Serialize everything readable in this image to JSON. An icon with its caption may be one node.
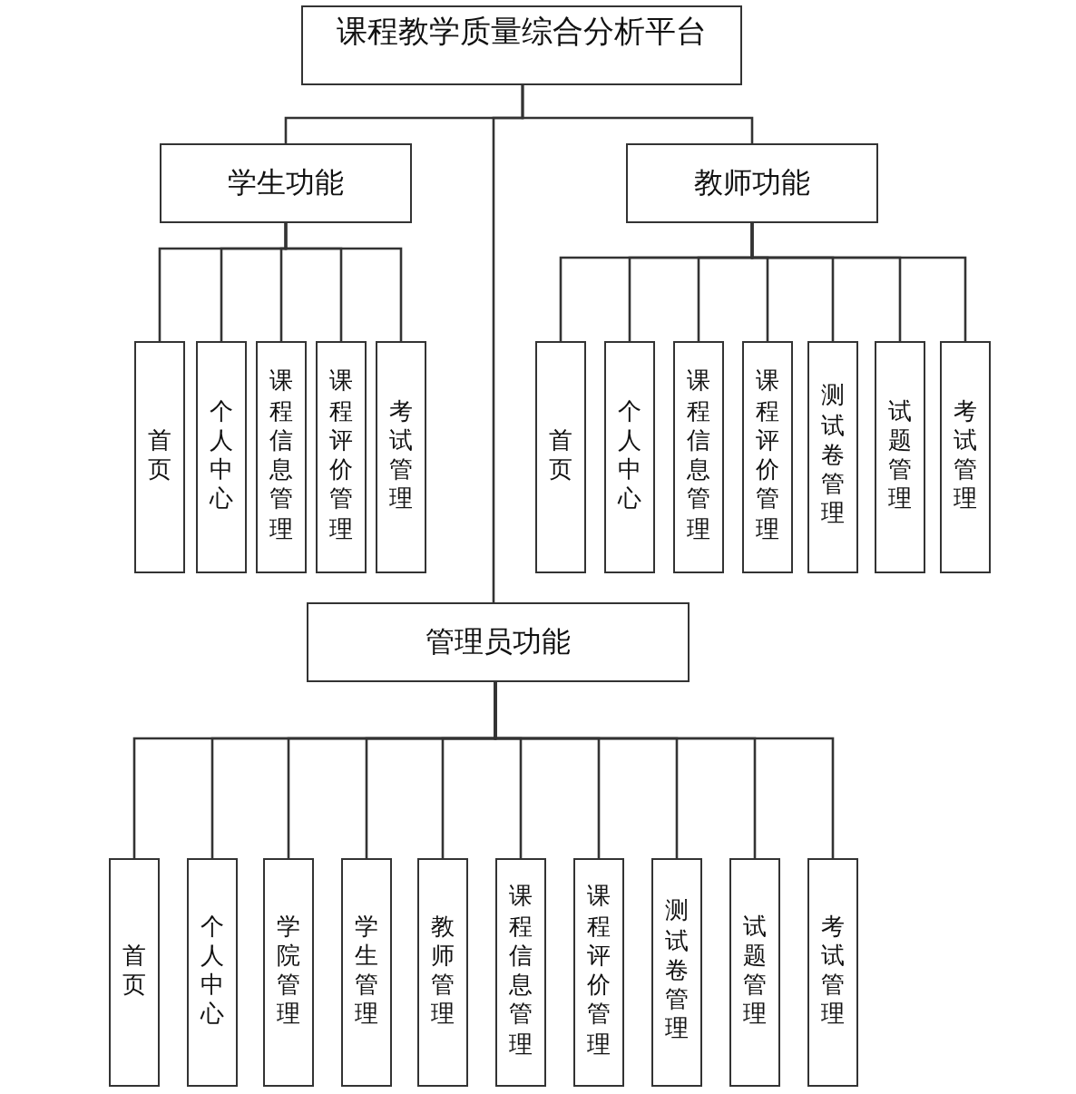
{
  "diagram": {
    "nodes": [
      {
        "text": [
          "课程教学质量综合分析平台"
        ]
      },
      {
        "text": [
          "学生功能"
        ]
      },
      {
        "text": [
          "教师功能"
        ]
      },
      {
        "text": [
          "首页"
        ]
      },
      {
        "text": [
          "个人中心"
        ]
      },
      {
        "text": [
          "课程信息管理"
        ]
      },
      {
        "text": [
          "课程评价管理"
        ]
      },
      {
        "text": [
          "考试管理"
        ]
      },
      {
        "text": [
          "首页"
        ]
      },
      {
        "text": [
          "个人中心"
        ]
      },
      {
        "text": [
          "课程信息管理"
        ]
      },
      {
        "text": [
          "课程评价管理"
        ]
      },
      {
        "text": [
          "测试卷管理"
        ]
      },
      {
        "text": [
          "试题管理"
        ]
      },
      {
        "text": [
          "考试管理"
        ]
      },
      {
        "text": [
          "管理员功能"
        ]
      },
      {
        "text": [
          "首页"
        ]
      },
      {
        "text": [
          "个人中心"
        ]
      },
      {
        "text": [
          "学院管理"
        ]
      },
      {
        "text": [
          "学生管理"
        ]
      },
      {
        "text": [
          "教师管理"
        ]
      },
      {
        "text": [
          "课程信息管理"
        ]
      },
      {
        "text": [
          "课程评价管理"
        ]
      },
      {
        "text": [
          "测试卷管理"
        ]
      },
      {
        "text": [
          "试题管理"
        ]
      },
      {
        "text": [
          "考试管理"
        ]
      }
    ],
    "edges": [
      {
        "from": 0,
        "to": 1,
        "arrow": "none"
      },
      {
        "from": 0,
        "to": 2,
        "arrow": "none"
      },
      {
        "from": 0,
        "to": 15,
        "arrow": "none"
      },
      {
        "from": 1,
        "to": 3,
        "arrow": "none"
      },
      {
        "from": 1,
        "to": 4,
        "arrow": "none"
      },
      {
        "from": 1,
        "to": 5,
        "arrow": "none"
      },
      {
        "from": 1,
        "to": 6,
        "arrow": "none"
      },
      {
        "from": 1,
        "to": 7,
        "arrow": "none"
      },
      {
        "from": 2,
        "to": 8,
        "arrow": "none"
      },
      {
        "from": 2,
        "to": 9,
        "arrow": "none"
      },
      {
        "from": 2,
        "to": 10,
        "arrow": "none"
      },
      {
        "from": 2,
        "to": 11,
        "arrow": "none"
      },
      {
        "from": 2,
        "to": 12,
        "arrow": "none"
      },
      {
        "from": 2,
        "to": 13,
        "arrow": "none"
      },
      {
        "from": 2,
        "to": 14,
        "arrow": "none"
      },
      {
        "from": 15,
        "to": 16,
        "arrow": "none"
      },
      {
        "from": 15,
        "to": 17,
        "arrow": "none"
      },
      {
        "from": 15,
        "to": 18,
        "arrow": "none"
      },
      {
        "from": 15,
        "to": 19,
        "arrow": "none"
      },
      {
        "from": 15,
        "to": 20,
        "arrow": "none"
      },
      {
        "from": 15,
        "to": 21,
        "arrow": "none"
      },
      {
        "from": 15,
        "to": 22,
        "arrow": "none"
      },
      {
        "from": 15,
        "to": 23,
        "arrow": "none"
      },
      {
        "from": 15,
        "to": 24,
        "arrow": "none"
      },
      {
        "from": 15,
        "to": 25,
        "arrow": "none"
      }
    ]
  }
}
